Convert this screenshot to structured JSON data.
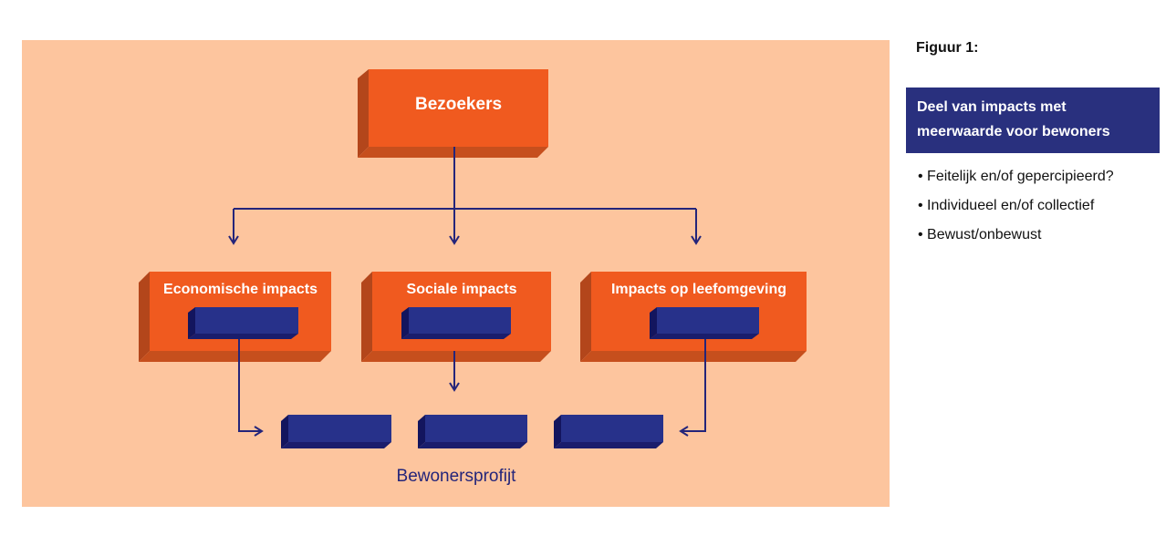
{
  "colors": {
    "panel": "#fdc59e",
    "box_front": "#f05a1f",
    "box_side": "#b3461b",
    "block_front": "#27318a",
    "block_side": "#13155e",
    "connector": "#24257a",
    "legend_bg": "#29307e"
  },
  "diagram": {
    "top_box": {
      "label": "Bezoekers"
    },
    "impact_boxes": [
      {
        "label": "Economische impacts"
      },
      {
        "label": "Sociale impacts"
      },
      {
        "label": "Impacts op leefomgeving"
      }
    ],
    "footer_label": "Bewonersprofijt"
  },
  "figure": {
    "title": "Figuur 1:",
    "legend_box": "Deel van impacts met meerwaarde voor bewoners",
    "bullets": [
      "Feitelijk en/of gepercipieerd?",
      "Individueel en/of collectief",
      "Bewust/onbewust"
    ]
  }
}
